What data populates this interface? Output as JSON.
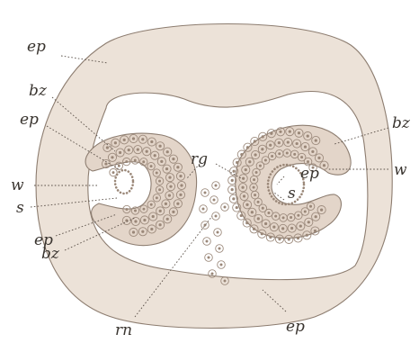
{
  "labels": {
    "ep_top": "ep",
    "bz_left": "bz",
    "ep_left": "ep",
    "w_left": "w",
    "s_left": "s",
    "ep_lower_left": "ep",
    "bz_lower_left": "bz",
    "rg": "rg",
    "bz_right": "bz",
    "ep_center_right": "ep",
    "s_right": "s",
    "w_right": "w",
    "rn": "rn",
    "ep_bottom": "ep"
  },
  "colors": {
    "background": "#ffffff",
    "outer_tissue": "#ece2d8",
    "outline": "#8d7d70",
    "fold_fill": "#e3d5c9",
    "cell_stroke": "#9d8b7d",
    "nucleus": "#9a8778",
    "label_text": "#3a3530"
  }
}
